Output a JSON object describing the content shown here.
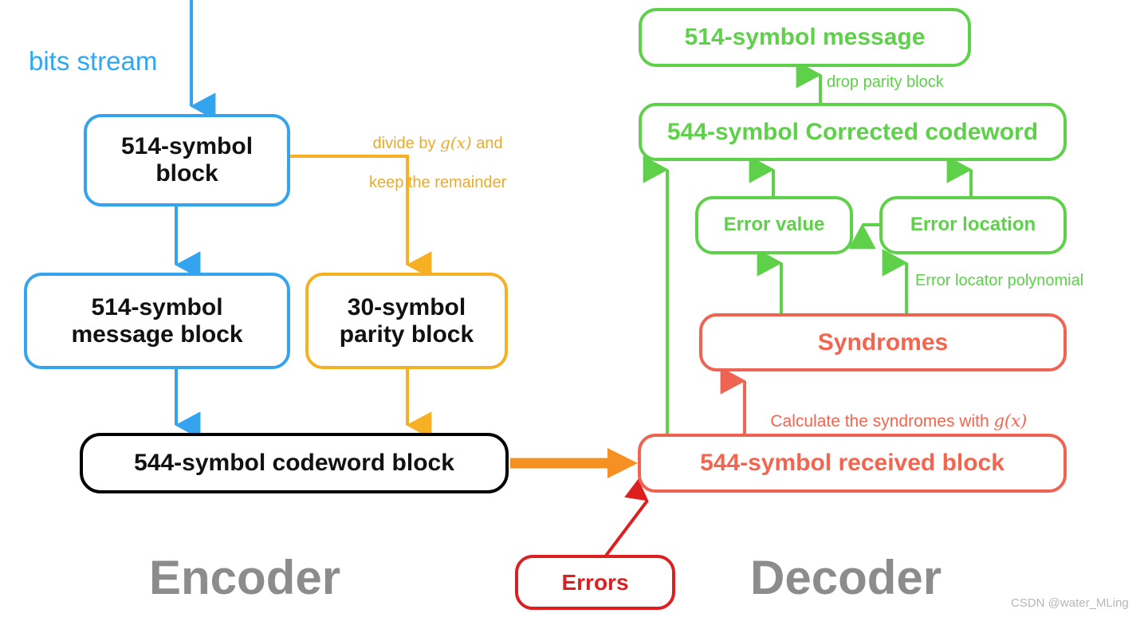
{
  "diagram": {
    "title": "Reed-Solomon encoder and decoder block diagram",
    "watermark": "CSDN @water_MLing",
    "sections": {
      "encoder": "Encoder",
      "decoder": "Decoder"
    },
    "colors": {
      "blue": "#35A4EF",
      "yellow": "#F5B024",
      "orange": "#F59123",
      "green": "#5ED04A",
      "salmon": "#EE6352",
      "red": "#DE1F1F",
      "black": "#000000",
      "gray": "#8C8C8C",
      "background": "#FFFFFF"
    }
  },
  "encoder": {
    "input_label": "bits stream",
    "nodes": {
      "block514": {
        "line1": "514-symbol",
        "line2": "block"
      },
      "message_block": {
        "line1": "514-symbol",
        "line2": "message block"
      },
      "parity_block": {
        "line1": "30-symbol",
        "line2": "parity block"
      },
      "codeword_block": {
        "line1": "544-symbol codeword block"
      }
    },
    "edge_labels": {
      "divide_line1_a": "divide by ",
      "divide_gx": "g(x)",
      "divide_line1_b": " and",
      "divide_line2": "keep the remainder"
    }
  },
  "decoder": {
    "nodes": {
      "message": {
        "line1": "514-symbol message"
      },
      "corrected_codeword": {
        "line1": "544-symbol Corrected codeword"
      },
      "error_value": {
        "line1": "Error value"
      },
      "error_location": {
        "line1": "Error location"
      },
      "syndromes": {
        "line1": "Syndromes"
      },
      "received_block": {
        "line1": "544-symbol received block"
      },
      "errors": {
        "line1": "Errors"
      }
    },
    "edge_labels": {
      "drop_parity": "drop parity block",
      "error_locator_polynomial": "Error locator polynomial",
      "calculate_a": "Calculate the syndromes with ",
      "calculate_gx": "g(x)"
    }
  }
}
